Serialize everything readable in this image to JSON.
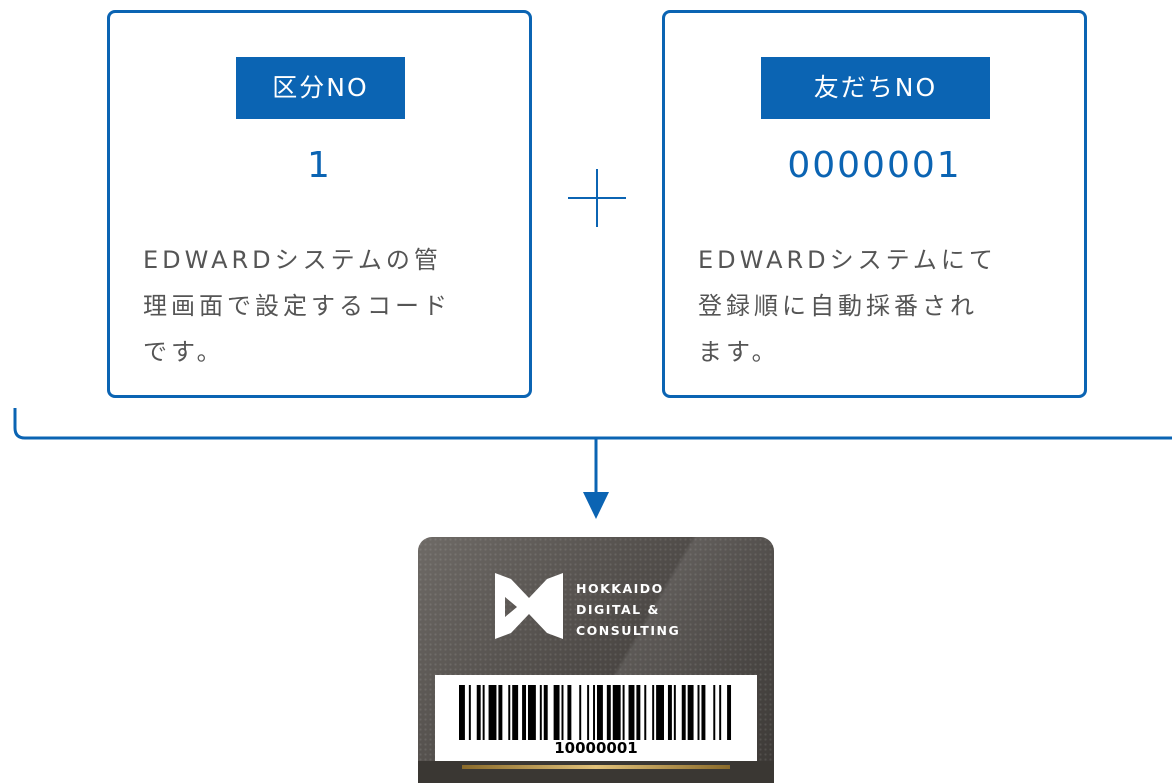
{
  "left_box": {
    "label": "区分NO",
    "number": "1",
    "desc_lines": [
      "EDWARDシステムの管",
      "理画面で設定するコード",
      "です。"
    ]
  },
  "right_box": {
    "label": "友だちNO",
    "number": "0000001",
    "desc_lines": [
      "EDWARDシステムにて",
      "登録順に自動採番され",
      "ます。"
    ]
  },
  "card": {
    "logo_lines": [
      "HOKKAIDO",
      "DIGITAL &",
      "CONSULTING"
    ],
    "barcode_number": "10000001"
  },
  "colors": {
    "accent": "#0b64b3"
  }
}
